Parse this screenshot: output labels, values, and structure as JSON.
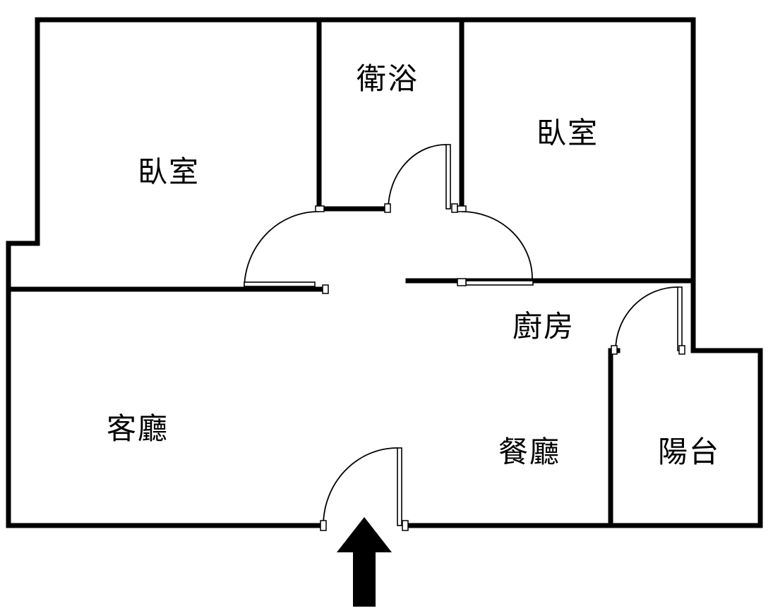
{
  "rooms": {
    "bedroom_left": "臥室",
    "bathroom": "衛浴",
    "bedroom_right": "臥室",
    "kitchen": "廚房",
    "living_room": "客廳",
    "dining_room": "餐廳",
    "balcony": "陽台"
  },
  "entrance": {
    "icon": "entrance-arrow-icon"
  },
  "colors": {
    "wall": "#000000",
    "background": "#ffffff"
  }
}
